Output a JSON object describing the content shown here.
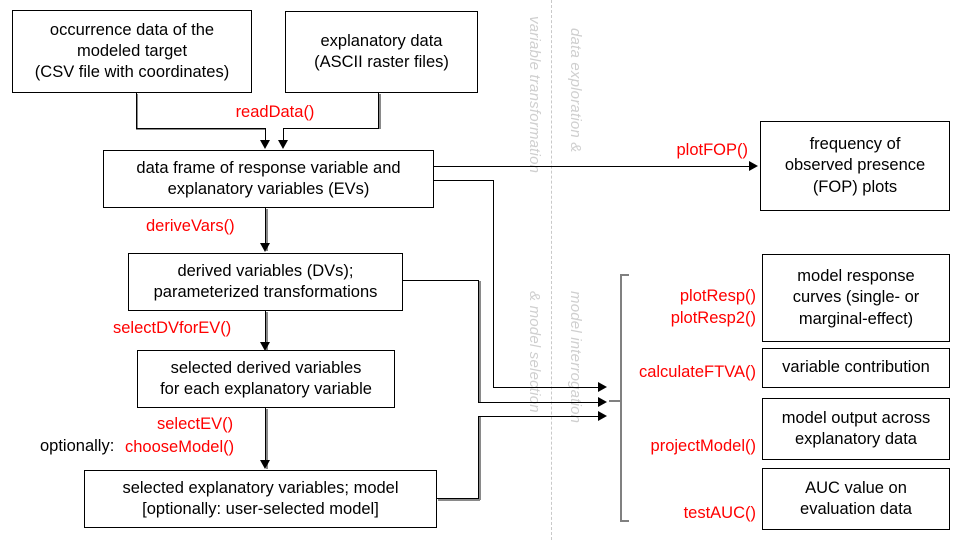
{
  "diagram": {
    "title": "MIAmaxent / ecological model workflow flowchart",
    "accent_function_color": "#ff0000",
    "box_border_color": "#000000",
    "divider_color": "#c9c9c9",
    "annotation_color": "#cfcfcf",
    "brace_color": "#808080"
  },
  "input_boxes": [
    {
      "name": "occurrence-data-box",
      "lines": [
        "occurrence data of the",
        "modeled target",
        "(CSV file with coordinates)"
      ]
    },
    {
      "name": "explanatory-data-box",
      "lines": [
        "explanatory data",
        "(ASCII raster files)"
      ]
    }
  ],
  "flow_boxes": [
    {
      "name": "data-frame-box",
      "lines": [
        "data frame of response variable and",
        "explanatory variables (EVs)"
      ]
    },
    {
      "name": "derived-variables-box",
      "lines": [
        "derived variables (DVs);",
        "parameterized transformations"
      ]
    },
    {
      "name": "selected-derived-variables-box",
      "lines": [
        "selected derived variables",
        "for each explanatory variable"
      ]
    },
    {
      "name": "selected-explanatory-variables-box",
      "lines": [
        "selected explanatory variables; model",
        "[optionally: user-selected model]"
      ]
    }
  ],
  "output_boxes": [
    {
      "name": "fop-plots-box",
      "lines": [
        "frequency of",
        "observed presence",
        "(FOP) plots"
      ]
    },
    {
      "name": "response-curves-box",
      "lines": [
        "model response",
        "curves (single- or",
        "marginal-effect)"
      ]
    },
    {
      "name": "variable-contribution-box",
      "lines": [
        "variable contribution"
      ]
    },
    {
      "name": "model-output-box",
      "lines": [
        "model output across",
        "explanatory data"
      ]
    },
    {
      "name": "auc-value-box",
      "lines": [
        "AUC value on",
        "evaluation data"
      ]
    }
  ],
  "functions": {
    "read_data": "readData()",
    "derive_vars": "deriveVars()",
    "select_dv_for_ev": "selectDVforEV()",
    "select_ev": "selectEV()",
    "choose_model": "chooseModel()",
    "optionally_prefix": "optionally: ",
    "plot_fop": "plotFOP()",
    "plot_resp": "plotResp()",
    "plot_resp2": "plotResp2()",
    "calculate_ftva": "calculateFTVA()",
    "project_model": "projectModel()",
    "test_auc": "testAUC()"
  },
  "annotations": {
    "left_column_top": "variable transformation",
    "left_column_bottom": "&  model selection",
    "right_column_top": "data exploration  &",
    "right_column_bottom": "model interrogation"
  }
}
